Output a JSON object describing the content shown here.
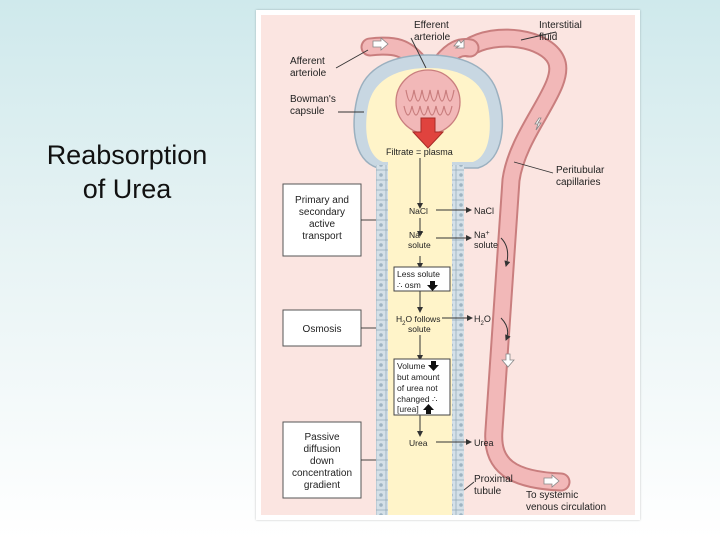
{
  "slide": {
    "title_line1": "Reabsorption",
    "title_line2": "of Urea"
  },
  "diagram": {
    "labels": {
      "efferent": "Efferent",
      "arteriole_e": "arteriole",
      "interstitial": "Interstitial",
      "fluid": "fluid",
      "afferent": "Afferent",
      "arteriole_a": "arteriole",
      "bowmans": "Bowman's",
      "capsule": "capsule",
      "filtrate": "Filtrate = plasma",
      "peritubular": "Peritubular",
      "capillaries": "capillaries",
      "proximal": "Proximal",
      "tubule": "tubule",
      "to_systemic": "To systemic",
      "venous": "venous circulation"
    },
    "process_boxes": {
      "active_l1": "Primary and",
      "active_l2": "secondary",
      "active_l3": "active",
      "active_l4": "transport",
      "osmosis": "Osmosis",
      "passive_l1": "Passive",
      "passive_l2": "diffusion",
      "passive_l3": "down",
      "passive_l4": "concentration",
      "passive_l5": "gradient"
    },
    "tubule_items": {
      "nacl": "NaCl",
      "na_plus": "Na",
      "na_solute": "solute",
      "less_solute": "Less solute",
      "osm": "∴ osm",
      "h2o_follows_1": "H",
      "h2o_follows_2": "O follows",
      "h2o_solute": "solute",
      "vol_1": "Volume",
      "vol_2": "but amount",
      "vol_3": "of urea not",
      "vol_4": "changed ∴",
      "vol_5": "[urea]",
      "urea": "Urea"
    },
    "capillary_items": {
      "nacl": "NaCl",
      "na_plus": "Na",
      "na_plus_sup": "+",
      "solute": "solute",
      "h2o_1": "H",
      "h2o_2": "O",
      "urea": "Urea"
    }
  },
  "colors": {
    "vessel": "#f2b8b8",
    "vessel_stroke": "#c97e7e",
    "tubule": "#fff4c9",
    "figure_bg": "#fbe5e1",
    "cells": "#cfdde6",
    "filtrate_arrow": "#e0433e"
  }
}
